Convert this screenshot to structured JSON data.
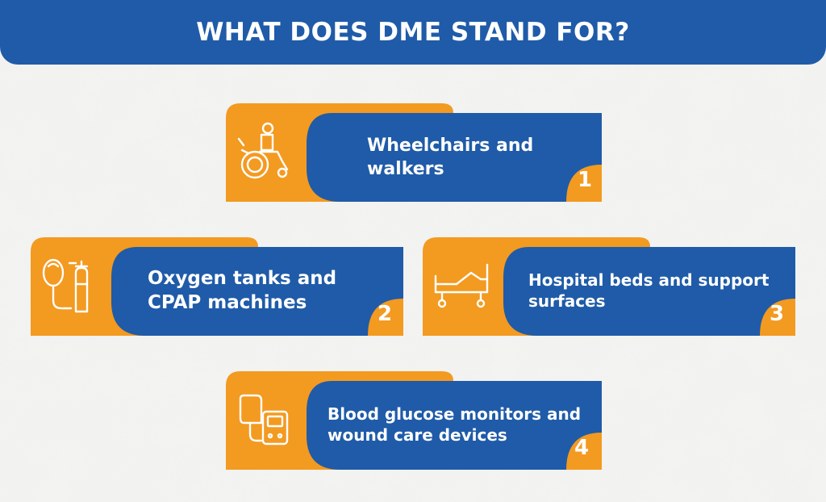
{
  "header": {
    "title": "WHAT DOES DME STAND FOR?"
  },
  "colors": {
    "blue": "#1f5ba8",
    "orange": "#f39a21",
    "white": "#ffffff"
  },
  "cards": [
    {
      "number": "1",
      "line1": "Wheelchairs and",
      "line2": "walkers",
      "icon": "wheelchair-icon"
    },
    {
      "number": "2",
      "line1": "Oxygen tanks and",
      "line2": "CPAP machines",
      "icon": "oxygen-tank-icon"
    },
    {
      "number": "3",
      "line1": "Hospital beds and support",
      "line2": "surfaces",
      "icon": "hospital-bed-icon"
    },
    {
      "number": "4",
      "line1": "Blood glucose monitors and",
      "line2": "wound care devices",
      "icon": "glucose-monitor-icon"
    }
  ]
}
